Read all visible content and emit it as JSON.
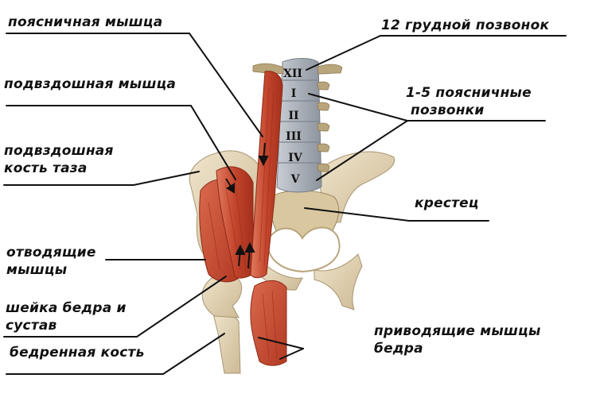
{
  "labels": {
    "psoas": "поясничная мышца",
    "iliacus": "подвздошная мышца",
    "ilium_line1": "подвздошная",
    "ilium_line2": "кость таза",
    "abductors_line1": "отводящие",
    "abductors_line2": "мышцы",
    "neck_line1": "шейка бедра и",
    "neck_line2": "сустав",
    "femur": "бедренная кость",
    "t12": "12 грудной позвонок",
    "lumbar_line1": "1-5 поясничные",
    "lumbar_line2": "позвонки",
    "sacrum": "крестец",
    "adductors_line1": "приводящие мышцы",
    "adductors_line2": "бедра"
  },
  "vertebra_numerals": [
    "XII",
    "I",
    "II",
    "III",
    "IV",
    "V"
  ],
  "colors": {
    "spine": "#b4bac2",
    "bone": "#e9dcc0",
    "muscle": "#c9492f",
    "text": "#111111"
  }
}
